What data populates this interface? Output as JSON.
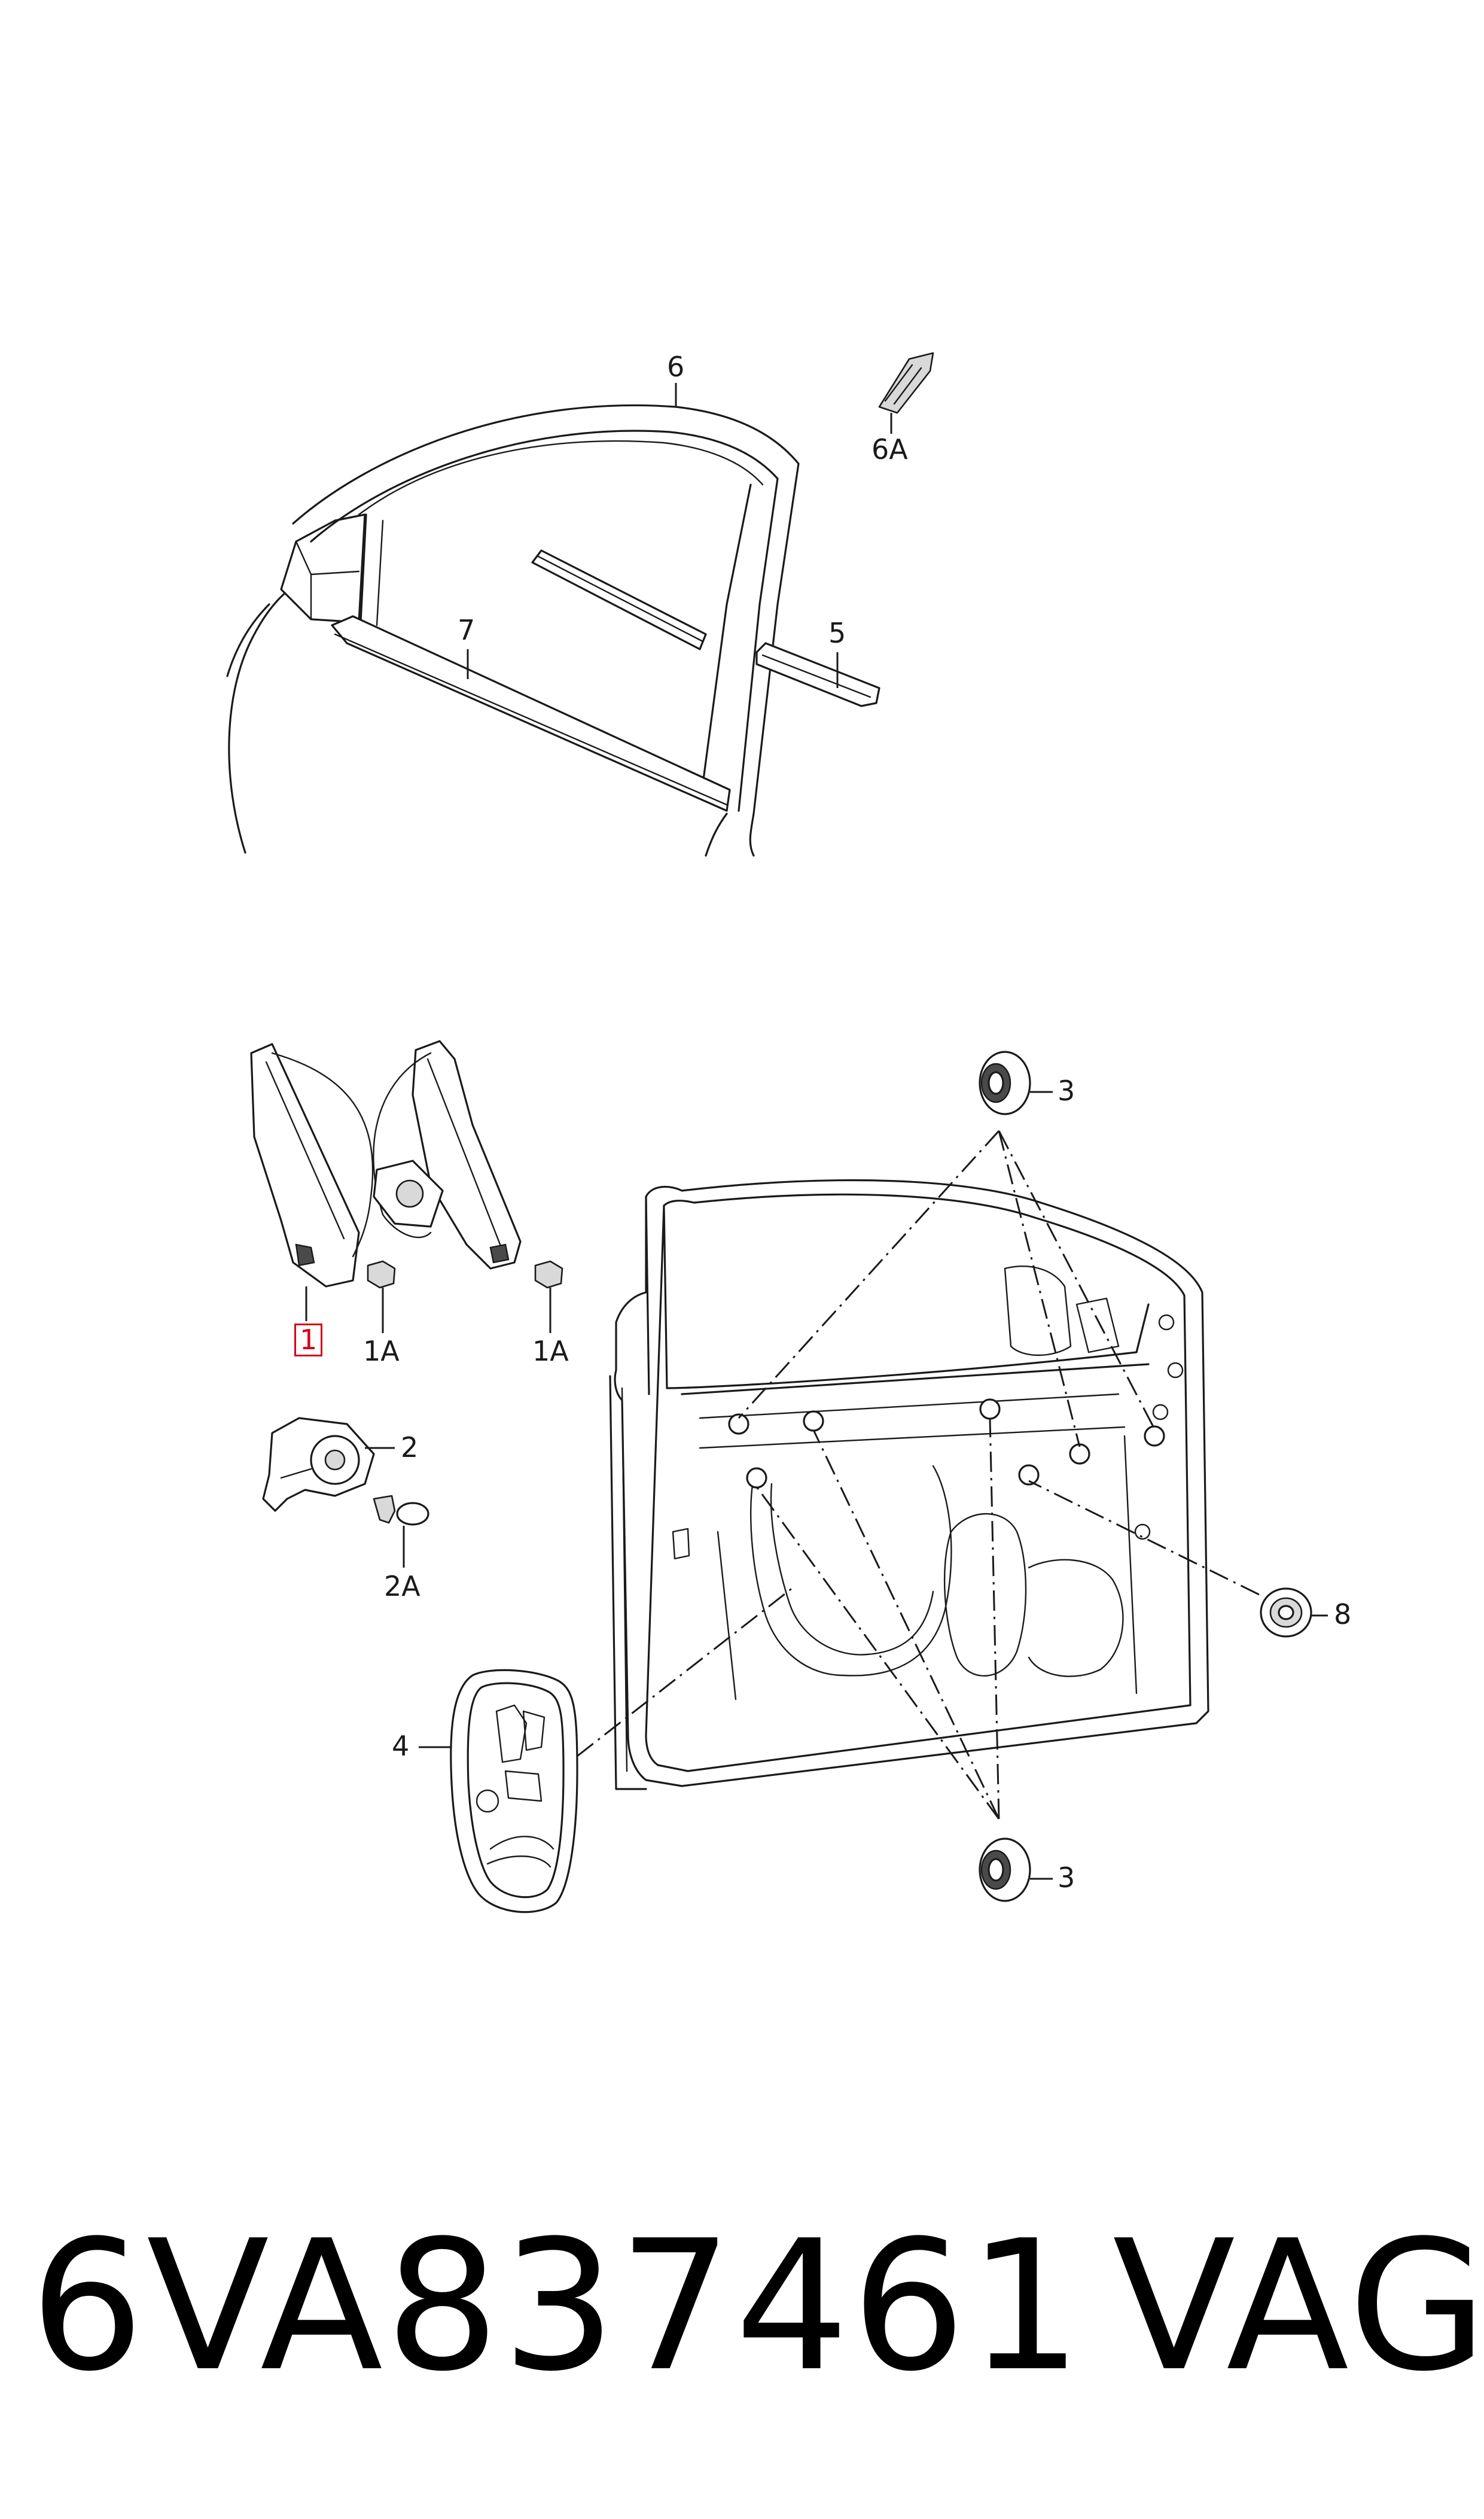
{
  "callouts": {
    "c1": "1",
    "c1a_left": "1A",
    "c1a_right": "1A",
    "c2": "2",
    "c2a": "2A",
    "c3_top": "3",
    "c3_bottom": "3",
    "c4": "4",
    "c5": "5",
    "c6": "6",
    "c6a": "6A",
    "c7": "7",
    "c8": "8"
  },
  "highlighted_callout": "1",
  "highlight_color": "#d0021b",
  "footer": {
    "part_number": "6VA837461",
    "brand": "VAG"
  }
}
